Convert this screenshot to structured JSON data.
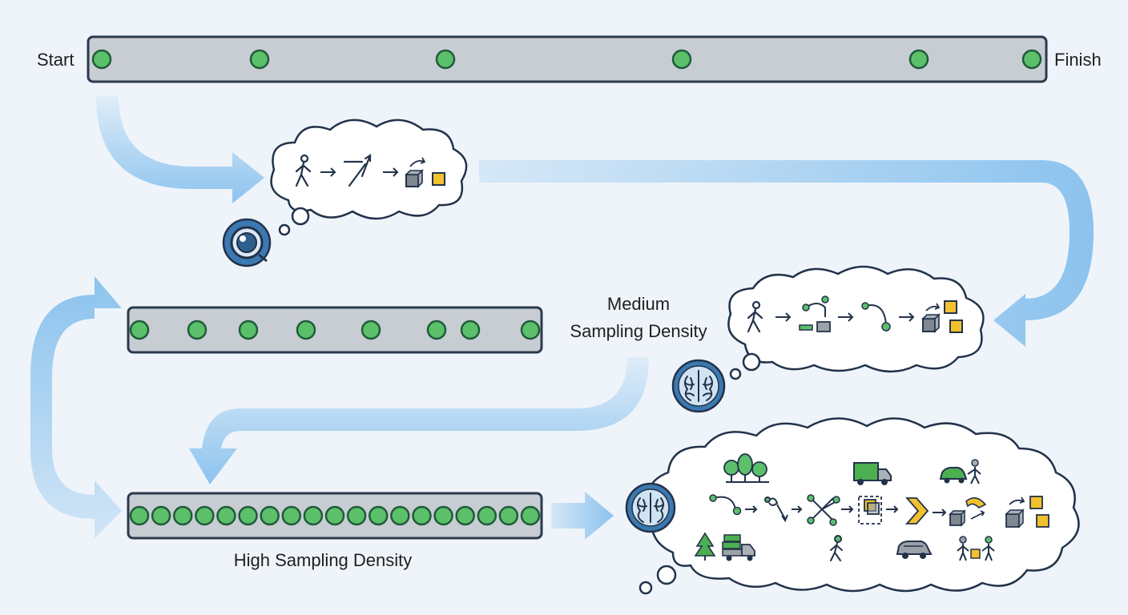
{
  "labels": {
    "start": "Start",
    "finish": "Finish",
    "medium_line1": "Medium",
    "medium_line2": "Sampling Density",
    "high": "High Sampling Density"
  },
  "timelines": {
    "low_points": 6,
    "medium_points": 8,
    "high_points": 19
  },
  "icons": {
    "low_thinker": "magnifier-lens-icon",
    "medium_thinker": "brain-icon",
    "high_thinker": "brain-icon",
    "low_thought": [
      "walking-person-icon",
      "arrow-icon",
      "trajectory-icon",
      "arrow-icon",
      "cube-icon",
      "yellow-square-icon"
    ],
    "medium_thought": [
      "walking-person-icon",
      "arrow-icon",
      "node-path-icon",
      "arrow-icon",
      "node-path-icon",
      "arrow-icon",
      "cubes-icon"
    ],
    "high_thought": [
      "trees-icon",
      "truck-icon",
      "car-person-icon",
      "node-path-icon",
      "branching-icon",
      "cube-selection-icon",
      "chevron-icon",
      "cubes-icon",
      "tree-icon",
      "loaded-truck-icon",
      "walking-person-icon",
      "car-icon",
      "family-icon"
    ]
  },
  "colors": {
    "background": "#eef4fa",
    "timeline_fill": "#c8cdd3",
    "timeline_border": "#2b3a4d",
    "point_fill": "#5cbf6a",
    "point_border": "#1f5c3a",
    "arrow": "#8cc3ee",
    "cloud_border": "#22324a",
    "icon_blue": "#3b79b0",
    "accent_yellow": "#f2c12e",
    "accent_green": "#4caf50"
  }
}
